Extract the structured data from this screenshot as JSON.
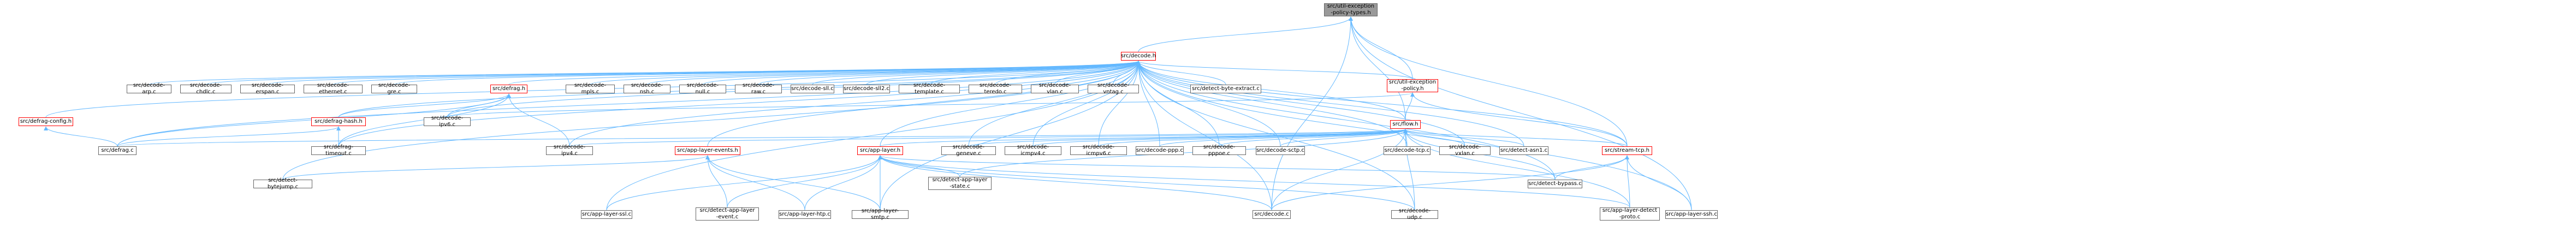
{
  "colors": {
    "edge": "#63b8ff",
    "node_border": "#666666",
    "node_border_red": "#ff0000",
    "root_fill": "#999999"
  },
  "nodes": {
    "root": "src/util-exception\n-policy-types.h",
    "decode_h": "src/decode.h",
    "util_exc_h": "src/util-exception\n-policy.h",
    "flow_h": "src/flow.h",
    "app_layer_h": "src/app-layer.h",
    "stream_tcp_h": "src/stream-tcp.h",
    "defrag_h": "src/defrag.h",
    "defrag_hash_h": "src/defrag-hash.h",
    "defrag_config_h": "src/defrag-config.h",
    "app_layer_events_h": "src/app-layer-events.h",
    "decode_arp": "src/decode-arp.c",
    "decode_chdlc": "src/decode-chdlc.c",
    "decode_erspan": "src/decode-erspan.c",
    "decode_ethernet": "src/decode-ethernet.c",
    "decode_gre": "src/decode-gre.c",
    "decode_mpls": "src/decode-mpls.c",
    "decode_nsh": "src/decode-nsh.c",
    "decode_null": "src/decode-null.c",
    "decode_raw": "src/decode-raw.c",
    "decode_sll": "src/decode-sll.c",
    "decode_sll2": "src/decode-sll2.c",
    "decode_template": "src/decode-template.c",
    "decode_teredo": "src/decode-teredo.c",
    "decode_vlan": "src/decode-vlan.c",
    "decode_vntag": "src/decode-vntag.c",
    "detect_byte_extract": "src/detect-byte-extract.c",
    "decode_ipv6": "src/decode-ipv6.c",
    "defrag_c": "src/defrag.c",
    "defrag_timeout": "src/defrag-timeout.c",
    "decode_ipv4": "src/decode-ipv4.c",
    "decode_geneve": "src/decode-geneve.c",
    "decode_icmpv4": "src/decode-icmpv4.c",
    "decode_icmpv6": "src/decode-icmpv6.c",
    "decode_ppp": "src/decode-ppp.c",
    "decode_pppoe": "src/decode-pppoe.c",
    "decode_sctp": "src/decode-sctp.c",
    "decode_tcp": "src/decode-tcp.c",
    "decode_vxlan": "src/decode-vxlan.c",
    "detect_asn1": "src/detect-asn1.c",
    "detect_bytejump": "src/detect-bytejump.c",
    "app_layer_ssl": "src/app-layer-ssl.c",
    "detect_app_layer_event": "src/detect-app-layer\n-event.c",
    "app_layer_htp": "src/app-layer-htp.c",
    "app_layer_smtp": "src/app-layer-smtp.c",
    "detect_app_layer_state": "src/detect-app-layer\n-state.c",
    "decode_c": "src/decode.c",
    "decode_udp": "src/decode-udp.c",
    "detect_bypass": "src/detect-bypass.c",
    "app_layer_detect_proto": "src/app-layer-detect\n-proto.c",
    "app_layer_ssh": "src/app-layer-ssh.c"
  }
}
